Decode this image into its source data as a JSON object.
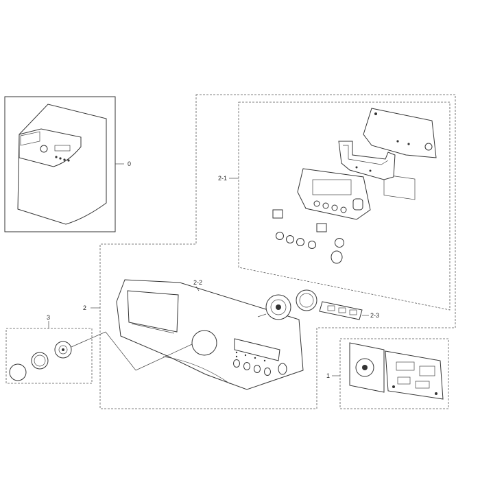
{
  "callouts": {
    "c0": "0",
    "c1": "1",
    "c2": "2",
    "c2_1": "2-1",
    "c2_2": "2-2",
    "c2_3": "2-3",
    "c3": "3"
  }
}
